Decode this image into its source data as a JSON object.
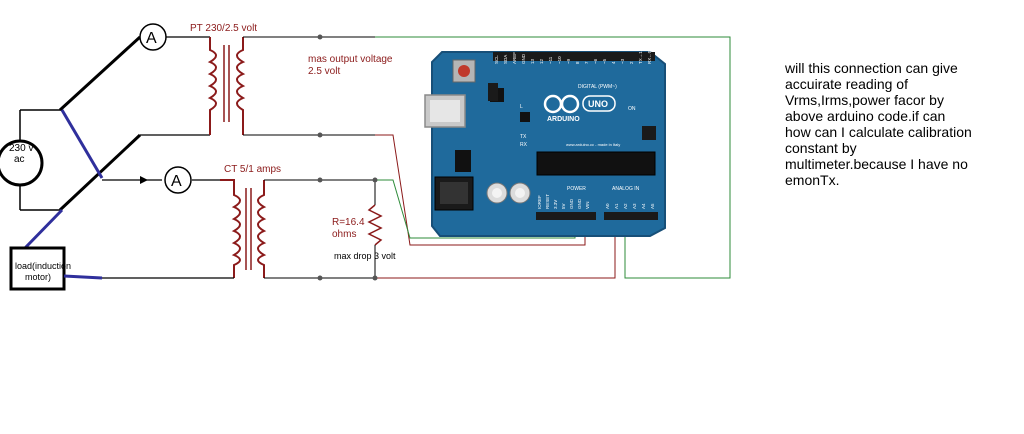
{
  "source": {
    "label_line1": "230 v",
    "label_line2": "ac"
  },
  "pt": {
    "label": "PT 230/2.5 volt",
    "output_line1": "mas output voltage",
    "output_line2": "2.5 volt"
  },
  "ct": {
    "label": "CT 5/1 amps"
  },
  "meters": {
    "symbol": "A"
  },
  "resistor": {
    "value_line1": "R=16.4",
    "value_line2": "ohms",
    "drop": "max drop 3 volt"
  },
  "load": {
    "line1": "load(induction",
    "line2": "motor)"
  },
  "board": {
    "brand": "ARDUINO",
    "model": "UNO",
    "digital_header": "DIGITAL (PWM~)",
    "analog_header": "ANALOG IN",
    "power_header": "POWER",
    "led_on": "ON",
    "led_tx": "TX",
    "led_rx": "RX",
    "led_l": "L",
    "power_pins": [
      "IOREF",
      "RESET",
      "3.3V",
      "5V",
      "GND",
      "GND",
      "VIN"
    ],
    "analog_pins": [
      "A0",
      "A1",
      "A2",
      "A3",
      "A4",
      "A5"
    ],
    "digital_pins": [
      "SCL",
      "SDA",
      "AREF",
      "GND",
      "13",
      "12",
      "~11",
      "~10",
      "~9",
      "8",
      "7",
      "~6",
      "~5",
      "4",
      "~3",
      "2",
      "TX→1",
      "RX←0"
    ],
    "footer": "www.arduino.cc - made in Italy"
  },
  "question": {
    "lines": [
      "will this connection can give",
      "accuirate reading of",
      "Vrms,Irms,power facor by",
      "above arduino code.if can",
      "how can I calculate calibration",
      "constant by",
      "multimeter.because I have no",
      "emonTx."
    ]
  },
  "colors": {
    "blue_wire": "#2f2f9c",
    "red_wire": "#8b1a1a",
    "green_wire": "#2e8b3a",
    "board_blue": "#1f6a9c",
    "label_red": "#8b1a1a"
  }
}
